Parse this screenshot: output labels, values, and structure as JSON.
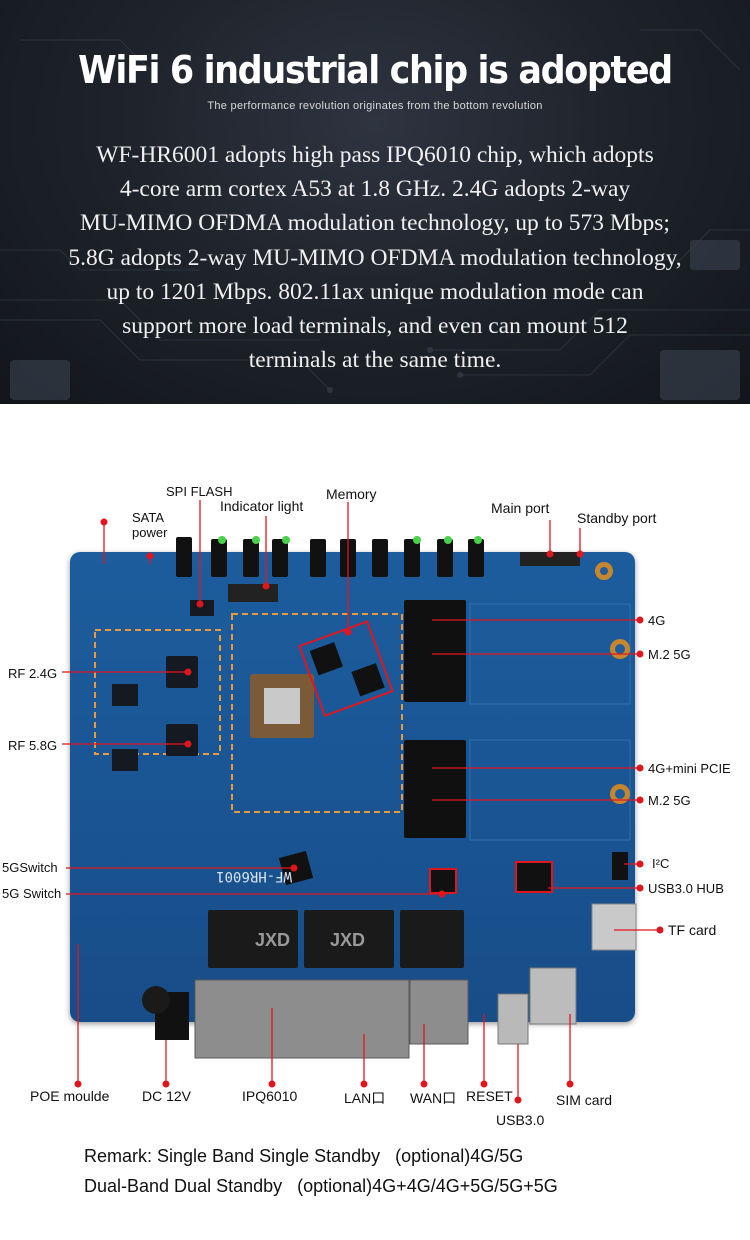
{
  "banner": {
    "title": "WiFi 6 industrial chip is adopted",
    "subtitle": "The performance revolution originates from the bottom revolution",
    "body": [
      "WF-HR6001 adopts high pass IPQ6010 chip, which adopts",
      "4-core arm cortex A53 at 1.8 GHz.  2.4G adopts 2-way",
      "MU-MIMO OFDMA modulation technology, up to 573 Mbps;",
      "5.8G adopts 2-way MU-MIMO OFDMA modulation technology,",
      "up to 1201 Mbps.  802.11ax unique modulation mode can",
      "support more load terminals, and even can mount 512",
      "terminals at the same time."
    ]
  },
  "board": {
    "silkscreen": "WF-HR6001",
    "chips": {
      "cpu": "",
      "lan1": "JXD",
      "lan2": "JXD",
      "lan3": ""
    },
    "callouts": {
      "spi_flash": "SPI FLASH",
      "sata_power_1": "SATA",
      "sata_power_2": "power",
      "indicator_light": "Indicator light",
      "memory": "Memory",
      "main_port": "Main port",
      "standby_port": "Standby port",
      "rf_24": "RF 2.4G",
      "rf_58": "RF 5.8G",
      "switch_1": "5GSwitch",
      "switch_2": "5G Switch",
      "m4g": "4G",
      "m2_5g_1": "M.2 5G",
      "mini_pcie": "4G+mini PCIE",
      "m2_5g_2": "M.2 5G",
      "i2c": "I²C",
      "usb_hub": "USB3.0 HUB",
      "tf_card": "TF card",
      "poe": "POE moulde",
      "dc": "DC 12V",
      "ipq": "IPQ6010",
      "lan": "LAN口",
      "wan": "WAN口",
      "reset": "RESET",
      "usb3": "USB3.0",
      "sim": "SIM card"
    }
  },
  "remark": {
    "line1": "Remark: Single Band Single Standby   (optional)4G/5G",
    "line2": "Dual-Band Dual Standby   (optional)4G+4G/4G+5G/5G+5G"
  },
  "colors": {
    "board": "#1a5594",
    "callout_line": "#e0161f",
    "banner_bg": "#1f242c"
  }
}
